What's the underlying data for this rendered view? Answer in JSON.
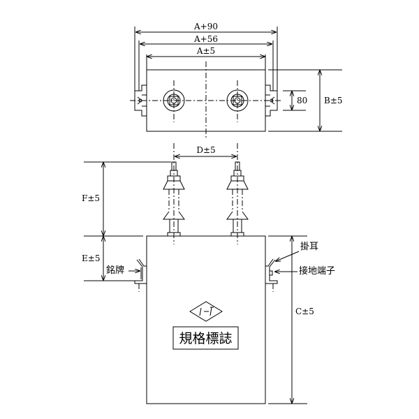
{
  "top_view": {
    "dim_a90": "A+90",
    "dim_a56": "A+56",
    "dim_a5": "A±5",
    "dim_80": "80",
    "dim_b5": "B±5"
  },
  "front_view": {
    "dim_d5": "D±5",
    "dim_f5": "F±5",
    "dim_e5": "E±5",
    "dim_c5": "C±5",
    "label_nameplate": "銘牌",
    "label_hanging_ear": "掛耳",
    "label_ground_terminal": "接地端子",
    "spec_label": "規格標誌",
    "logo_text": "I-F"
  }
}
